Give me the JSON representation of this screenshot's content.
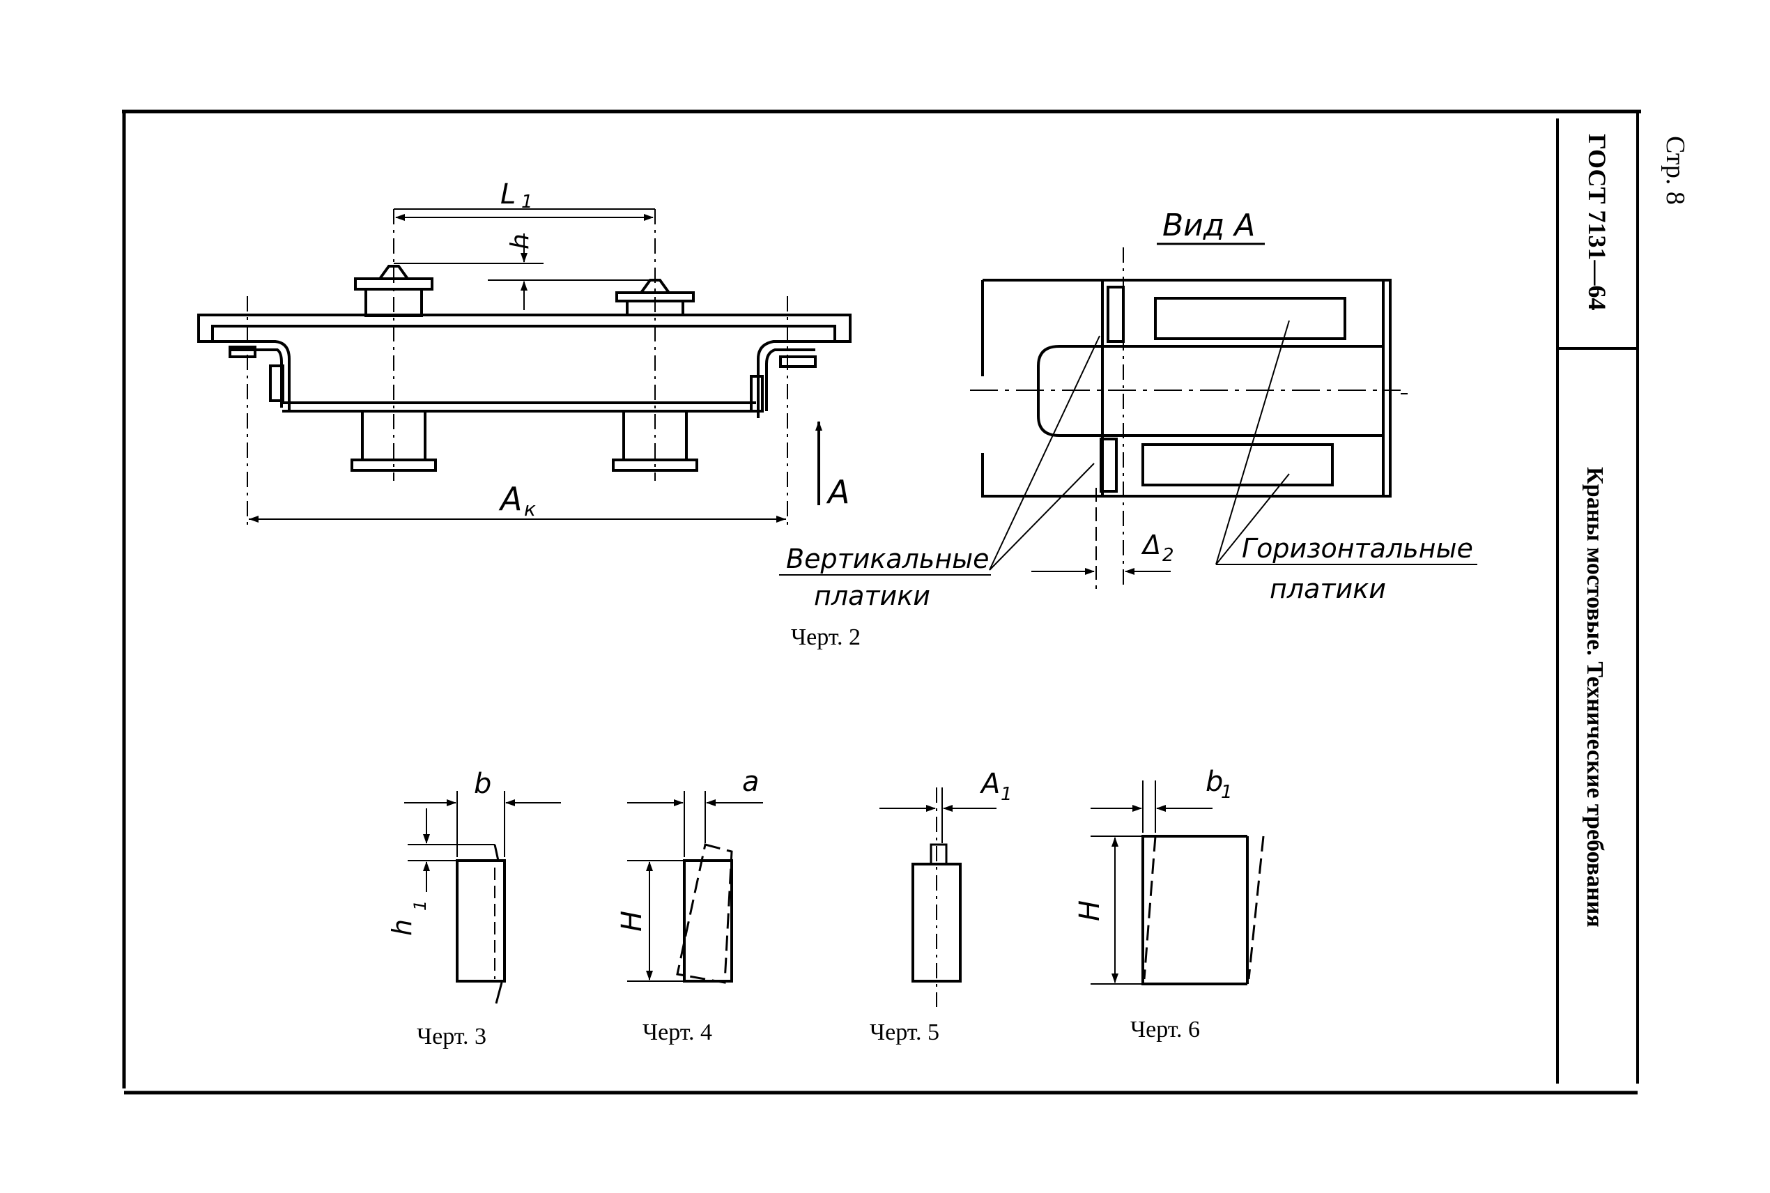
{
  "page": {
    "label": "Стр. 8",
    "standard": "ГОСТ 7131—64",
    "title": "Краны мостовые. Технические требования"
  },
  "drawing2": {
    "caption": "Черт. 2",
    "dim_L1": "L",
    "dim_L1_sub": "1",
    "dim_h": "h",
    "dim_Ak": "A",
    "dim_Ak_sub": "к",
    "arrow_A": "A",
    "view_title": "Вид A",
    "delta2": "Δ",
    "delta2_sub": "2",
    "callout_vertical_1": "Вертикальные",
    "callout_vertical_2": "платики",
    "callout_horizontal_1": "Горизонтальные",
    "callout_horizontal_2": "платики"
  },
  "drawing3": {
    "caption": "Черт. 3",
    "dim_b": "b",
    "dim_h1": "h",
    "dim_h1_sub": "1"
  },
  "drawing4": {
    "caption": "Черт. 4",
    "dim_a": "a",
    "dim_H": "H"
  },
  "drawing5": {
    "caption": "Черт. 5",
    "dim_A1": "A",
    "dim_A1_sub": "1"
  },
  "drawing6": {
    "caption": "Черт. 6",
    "dim_b1": "b",
    "dim_b1_sub": "1",
    "dim_H": "H"
  }
}
